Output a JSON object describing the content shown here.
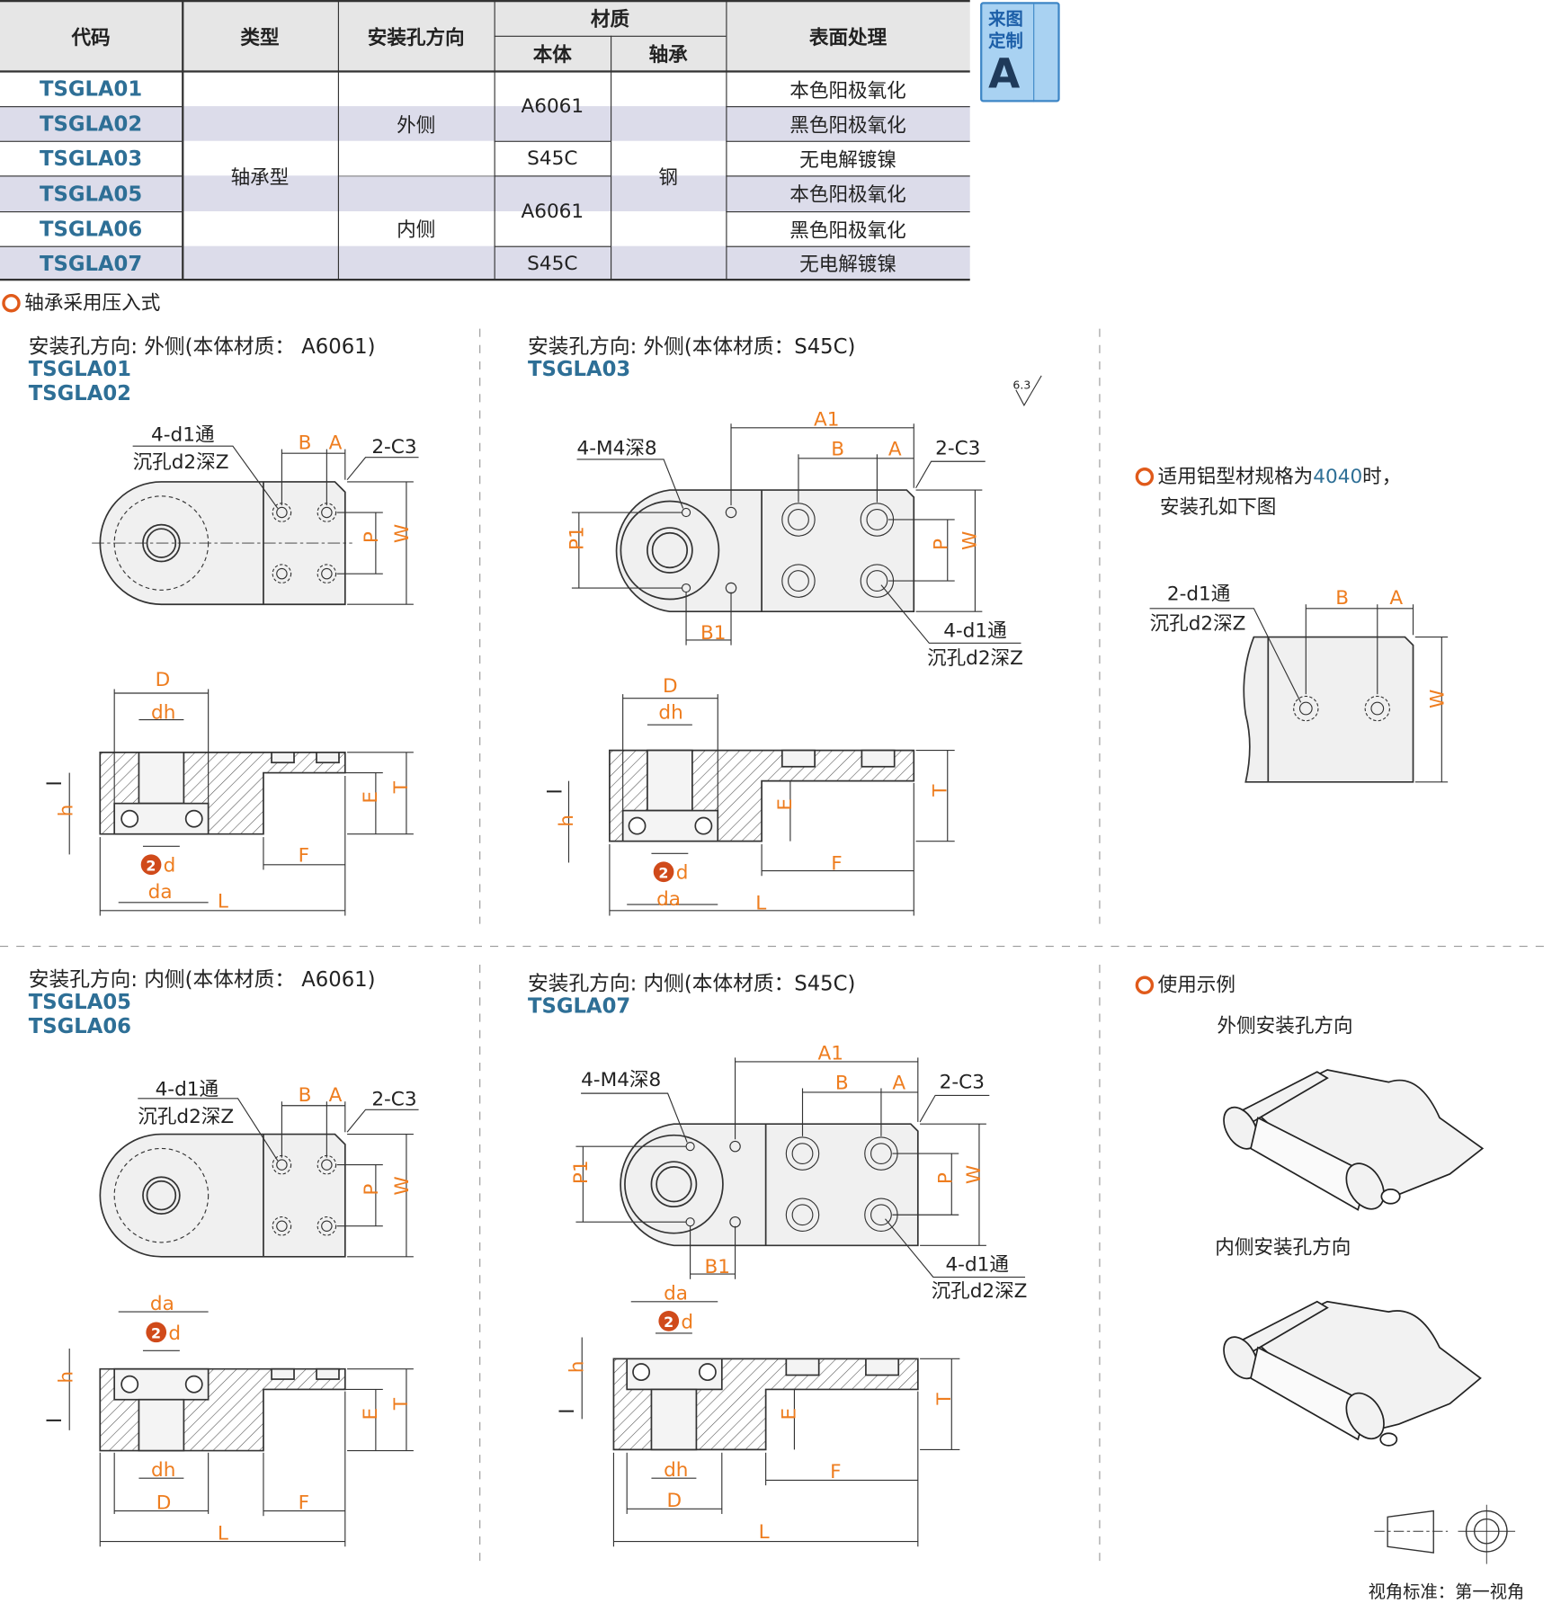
{
  "table": {
    "headers": {
      "code": "代码",
      "type": "类型",
      "hole_dir": "安装孔方向",
      "material": "材质",
      "body": "本体",
      "bearing": "轴承",
      "surface": "表面处理"
    },
    "codes": [
      "TSGLA01",
      "TSGLA02",
      "TSGLA03",
      "TSGLA05",
      "TSGLA06",
      "TSGLA07"
    ],
    "type": "轴承型",
    "hole_dirs": [
      "外侧",
      "内侧"
    ],
    "body_materials": [
      "A6061",
      "S45C",
      "A6061",
      "S45C"
    ],
    "bearing_material": "钢",
    "surfaces": [
      "本色阳极氧化",
      "黑色阳极氧化",
      "无电解镀镍",
      "本色阳极氧化",
      "黑色阳极氧化",
      "无电解镀镍"
    ]
  },
  "badge": {
    "line1": "来图",
    "line2": "定制",
    "letter": "A"
  },
  "note": "轴承采用压入式",
  "panels": [
    {
      "title": "安装孔方向: 外侧(本体材质： A6061)",
      "codes": [
        "TSGLA01",
        "TSGLA02"
      ]
    },
    {
      "title": "安装孔方向: 外侧(本体材质：S45C)",
      "codes": [
        "TSGLA03"
      ]
    },
    {
      "title": "安装孔方向: 内侧(本体材质： A6061)",
      "codes": [
        "TSGLA05",
        "TSGLA06"
      ]
    },
    {
      "title": "安装孔方向: 内侧(本体材质：S45C)",
      "codes": [
        "TSGLA07"
      ]
    }
  ],
  "labels": {
    "d1": "4-d1通",
    "d1b": "2-d1通",
    "cb": "沉孔d2深Z",
    "m4": "4-M4深8",
    "c3": "2-C3",
    "A": "A",
    "B": "B",
    "A1": "A1",
    "B1": "B1",
    "P": "P",
    "P1": "P1",
    "W": "W",
    "D": "D",
    "dh": "dh",
    "da": "da",
    "d": "d",
    "num2": "2",
    "l": "l",
    "h": "h",
    "E": "E",
    "T": "T",
    "F": "F",
    "L": "L",
    "roughness": "6.3"
  },
  "right": {
    "profile_note_pre": "适用铝型材规格为",
    "profile_size": "4040",
    "profile_note_post": "时，",
    "profile_note2": "安装孔如下图",
    "example_title": "使用示例",
    "outer_label": "外侧安装孔方向",
    "inner_label": "内侧安装孔方向",
    "view_standard": "视角标准：第一视角"
  },
  "colors": {
    "code": "#2e6f96",
    "dim": "#ee7d1f",
    "stripe": "#dcdcea",
    "badge": "#a9d2f2"
  }
}
